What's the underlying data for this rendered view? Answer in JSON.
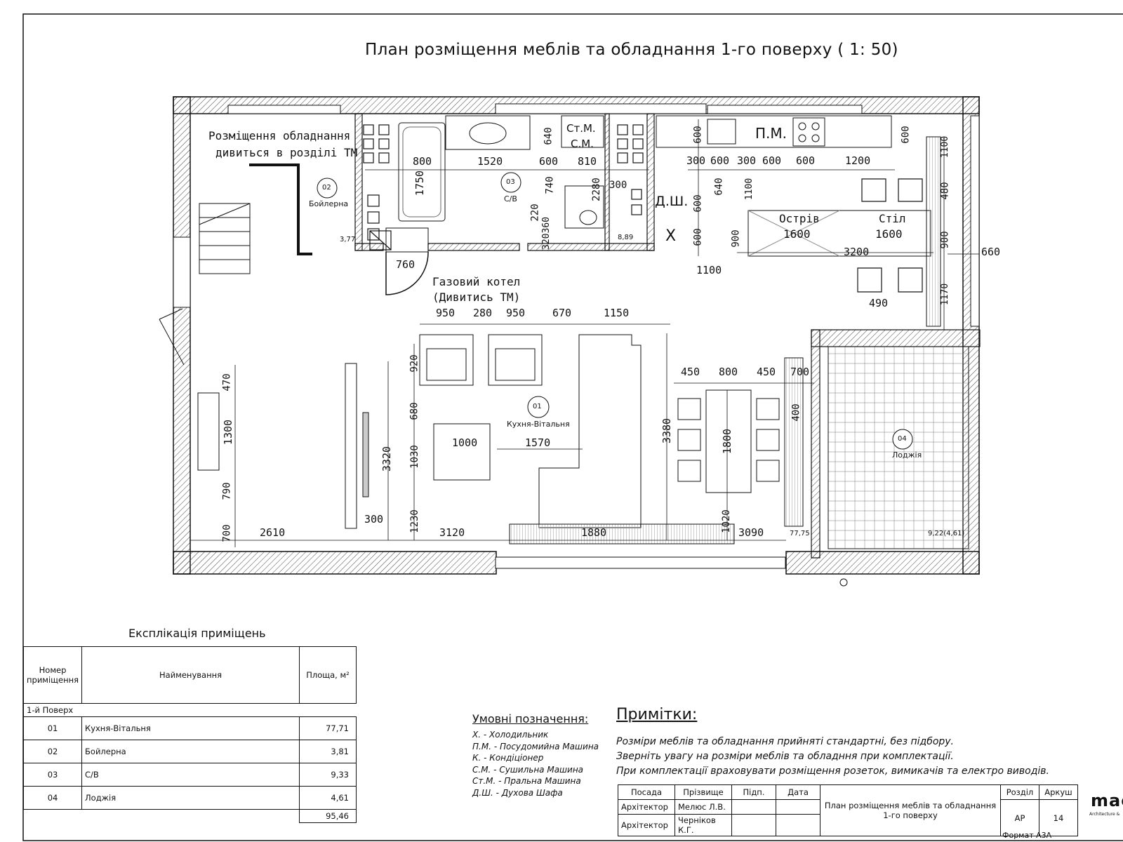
{
  "title": "План розміщення меблів та обладнання 1-го поверху ( 1: 50)",
  "plan": {
    "rooms": [
      {
        "num": "01",
        "name": "Кухня-Вітальня"
      },
      {
        "num": "02",
        "name": "Бойлерна"
      },
      {
        "num": "03",
        "name": "С/В"
      },
      {
        "num": "04",
        "name": "Лоджія"
      }
    ],
    "labels": {
      "equipment_note_1": "Розміщення обладнання",
      "equipment_note_2": "дивиться в розділі ТМ",
      "boiler_1": "Газовий котел",
      "boiler_2": "(Дивитись ТМ)",
      "stm": "Ст.М.",
      "sm": "С.М.",
      "pm": "П.М.",
      "dsh": "Д.Ш.",
      "x": "Х",
      "island": "Острів",
      "island_len": "1600",
      "table": "Стіл",
      "table_len": "1600",
      "area_boiler": "3,77",
      "area_wc": "8,89",
      "area_kitchen": "77,75",
      "area_loggia": "9,22(4,61)"
    },
    "dims": {
      "d800": "800",
      "d1520": "1520",
      "d600a": "600",
      "d810": "810",
      "d640a": "640",
      "d1750": "1750",
      "d740": "740",
      "d2280": "2280",
      "d300a": "300",
      "d220": "220",
      "d320360": "320360",
      "d760": "760",
      "d600b": "600",
      "d300b": "300",
      "d600c": "600",
      "d300c": "300",
      "d600d": "600",
      "d600e": "600",
      "d1200": "1200",
      "d600f": "600",
      "d640b": "640",
      "d1100a": "1100",
      "d600g": "600",
      "d600h": "600",
      "d900a": "900",
      "d1100b": "1100",
      "d3200": "3200",
      "d900b": "900",
      "d1100c": "1100",
      "d480": "480",
      "d660": "660",
      "d490": "490",
      "d1170": "1170",
      "d950a": "950",
      "d280": "280",
      "d950b": "950",
      "d670": "670",
      "d1150": "1150",
      "d920": "920",
      "d680": "680",
      "d1030": "1030",
      "d1230": "1230",
      "d1000": "1000",
      "d1570": "1570",
      "d3380": "3380",
      "d3320": "3320",
      "d300d": "300",
      "d470": "470",
      "d1300": "1300",
      "d790": "790",
      "d700a": "700",
      "d2610": "2610",
      "d3120": "3120",
      "d1880": "1880",
      "d1020": "1020",
      "d3090": "3090",
      "d450a": "450",
      "d800b": "800",
      "d450b": "450",
      "d700b": "700",
      "d1800": "1800",
      "d400": "400"
    }
  },
  "explication": {
    "title": "Експлікація приміщень",
    "headers": {
      "num": "Номер приміщення",
      "name": "Найменування",
      "area": "Площа, м²"
    },
    "floor": "1-й Поверх",
    "rows": [
      {
        "num": "01",
        "name": "Кухня-Вітальня",
        "area": "77,71"
      },
      {
        "num": "02",
        "name": "Бойлерна",
        "area": "3,81"
      },
      {
        "num": "03",
        "name": "С/В",
        "area": "9,33"
      },
      {
        "num": "04",
        "name": "Лоджія",
        "area": "4,61"
      }
    ],
    "total": "95,46"
  },
  "legend": {
    "title": "Умовні позначення:",
    "items": [
      "Х. - Холодильник",
      "П.М. - Посудомийна Машина",
      "К. - Кондіціонер",
      "С.М. - Сушильна Машина",
      "Ст.М. - Пральна Машина",
      "Д.Ш. - Духова Шафа"
    ]
  },
  "notes": {
    "title": "Примітки:",
    "lines": [
      "Розміри меблів та обладнання прийняті стандартні, без підбору.",
      "Зверніть увагу на розміри меблів та обладння при комплектації.",
      "При комплектації враховувати розміщення розеток, вимикачів та електро виводів."
    ]
  },
  "stamp": {
    "h_position": "Посада",
    "h_surname": "Прізвище",
    "h_sign": "Підп.",
    "h_date": "Дата",
    "r1_position": "Архітектор",
    "r1_surname": "Мелюс Л.В.",
    "r2_position": "Архітектор",
    "r2_surname": "Черніков К.Г.",
    "sheet_title": "План розміщення меблів та обладнання 1-го поверху",
    "h_section": "Розділ",
    "h_sheet": "Аркуш",
    "section": "АР",
    "sheet": "14",
    "format": "Формат А3А",
    "logo": "mac",
    "logo_sub": "Architecture &"
  }
}
